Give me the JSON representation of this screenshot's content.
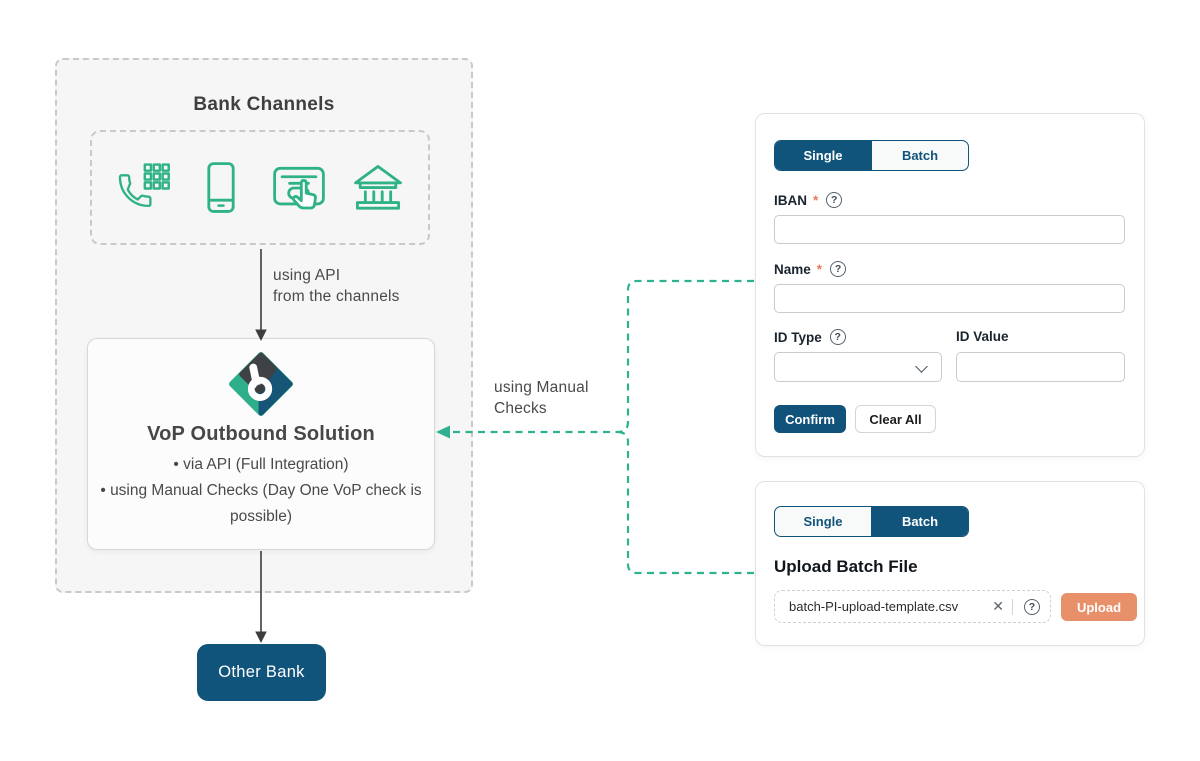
{
  "colors": {
    "green": "#2fb286",
    "navy": "#11547b",
    "salmon": "#e8906a",
    "diagram_text": "#4a4a4a",
    "required_red": "#e87a5a"
  },
  "diagram": {
    "bank_channels_title": "Bank Channels",
    "channel_icons": [
      "phone-keypad",
      "smartphone",
      "online-banking-click",
      "bank-building"
    ],
    "api_label": {
      "line1": "using API",
      "line2": "from the channels"
    },
    "vop": {
      "title": "VoP Outbound Solution",
      "bullets": [
        "via API (Full Integration)",
        "using Manual Checks (Day One VoP check is possible)"
      ]
    },
    "manual_label": {
      "line1": "using Manual",
      "line2": "Checks"
    },
    "other_bank": "Other Bank"
  },
  "single_panel": {
    "tab_single": "Single",
    "tab_batch": "Batch",
    "required_marker": "*",
    "help_glyph": "?",
    "iban_label": "IBAN",
    "iban_value": "",
    "name_label": "Name",
    "name_value": "",
    "id_type_label": "ID Type",
    "id_type_value": "",
    "id_value_label": "ID Value",
    "id_value_value": "",
    "confirm_label": "Confirm",
    "clear_label": "Clear All"
  },
  "batch_panel": {
    "tab_single": "Single",
    "tab_batch": "Batch",
    "heading": "Upload Batch File",
    "file_name": "batch-PI-upload-template.csv",
    "clear_file_glyph": "✕",
    "help_glyph": "?",
    "upload_label": "Upload"
  }
}
